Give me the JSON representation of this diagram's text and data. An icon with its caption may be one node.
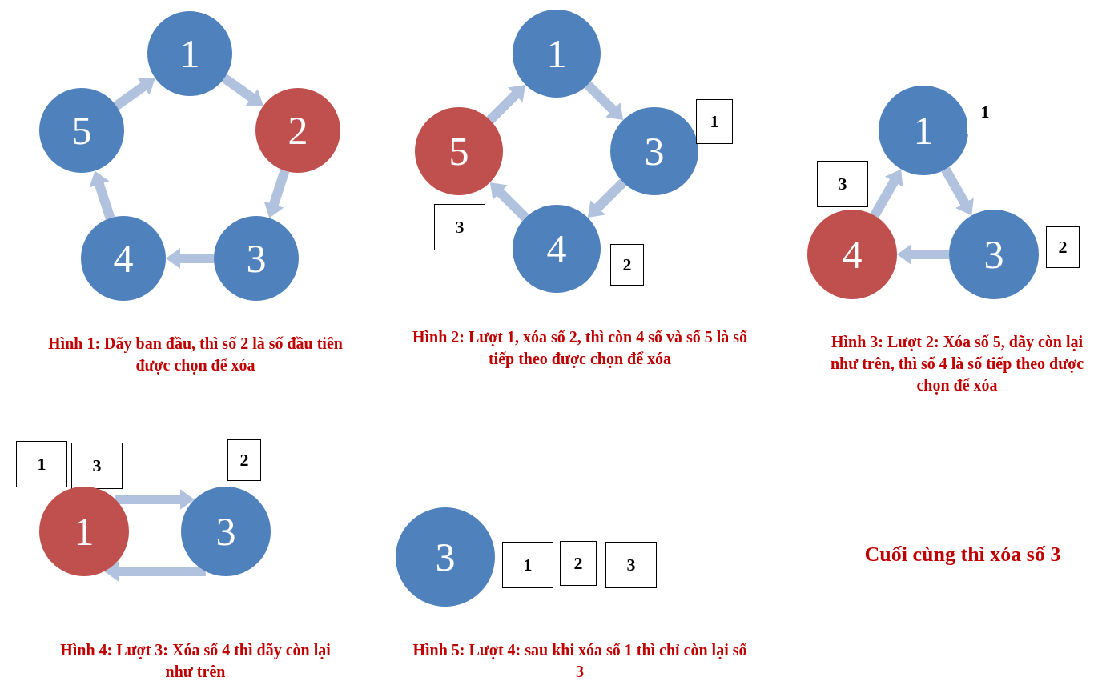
{
  "diagram": {
    "nodes": [
      {
        "text": [
          "1"
        ]
      },
      {
        "text": [
          "2"
        ]
      },
      {
        "text": [
          "3"
        ]
      },
      {
        "text": [
          "4"
        ]
      },
      {
        "text": [
          "5"
        ]
      },
      {
        "text": [
          "1"
        ]
      },
      {
        "text": [
          "3"
        ]
      },
      {
        "text": [
          "1"
        ]
      },
      {
        "text": [
          "5"
        ]
      },
      {
        "text": [
          "4"
        ]
      },
      {
        "text": [
          "2"
        ]
      },
      {
        "text": [
          "3"
        ]
      },
      {
        "text": [
          "1"
        ]
      },
      {
        "text": [
          "1"
        ]
      },
      {
        "text": [
          "3"
        ]
      },
      {
        "text": [
          "4"
        ]
      },
      {
        "text": [
          "3"
        ]
      },
      {
        "text": [
          "2"
        ]
      },
      {
        "text": [
          "1"
        ]
      },
      {
        "text": [
          "3"
        ]
      },
      {
        "text": [
          "2"
        ]
      },
      {
        "text": [
          "1"
        ]
      },
      {
        "text": [
          "3"
        ]
      },
      {
        "text": [
          "3"
        ]
      },
      {
        "text": [
          "1"
        ]
      },
      {
        "text": [
          "2"
        ]
      },
      {
        "text": [
          "3"
        ]
      }
    ],
    "edges": [
      {
        "from": 0,
        "to": 1,
        "arrow": "to"
      },
      {
        "from": 1,
        "to": 2,
        "arrow": "to"
      },
      {
        "from": 2,
        "to": 3,
        "arrow": "to"
      },
      {
        "from": 3,
        "to": 4,
        "arrow": "to"
      },
      {
        "from": 4,
        "to": 0,
        "arrow": "to"
      },
      {
        "from": 5,
        "to": 6,
        "arrow": "to"
      },
      {
        "from": 6,
        "to": 9,
        "arrow": "to"
      },
      {
        "from": 9,
        "to": 8,
        "arrow": "to"
      },
      {
        "from": 8,
        "to": 5,
        "arrow": "to"
      },
      {
        "from": 12,
        "to": 16,
        "arrow": "to"
      },
      {
        "from": 16,
        "to": 15,
        "arrow": "to"
      },
      {
        "from": 15,
        "to": 12,
        "arrow": "to"
      },
      {
        "from": 21,
        "to": 22,
        "arrow": "to"
      },
      {
        "from": 22,
        "to": 21,
        "arrow": "to"
      }
    ],
    "labels": [
      "Hình 1: Dãy ban đầu, thì số 2 là số đầu tiên được chọn để xóa",
      "Hình 2: Lượt 1, xóa số 2, thì còn 4 số và số 5 là số tiếp theo được chọn để xóa",
      "Hình 3: Lượt 2: Xóa số 5, dãy còn lại như trên, thì số 4 là số tiếp theo được chọn để xóa",
      "Hình 4: Lượt 3: Xóa số 4 thì dãy còn lại như trên",
      "Hình 5: Lượt 4: sau khi xóa số 1 thì chỉ còn lại số 3",
      "Cuối cùng thì xóa số 3"
    ]
  }
}
